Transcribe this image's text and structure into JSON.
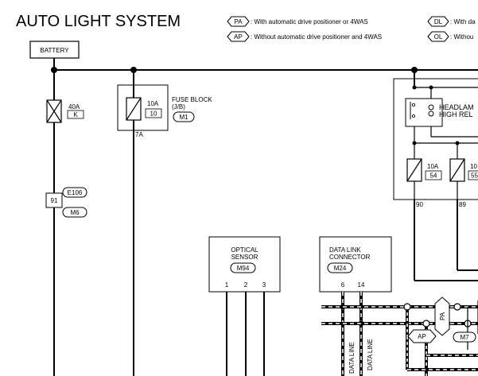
{
  "title": "AUTO LIGHT SYSTEM",
  "legend": [
    {
      "code": "PA",
      "text": ": With automatic drive positioner or 4WAS"
    },
    {
      "code": "AP",
      "text": ": Without automatic drive positioner and 4WAS"
    },
    {
      "code": "DL",
      "text": ": With da"
    },
    {
      "code": "OL",
      "text": ": Withou"
    }
  ],
  "battery": {
    "label": "BATTERY"
  },
  "fuse_40a": {
    "rating": "40A",
    "id": "K"
  },
  "fuse_block": {
    "rating": "10A",
    "number": "10",
    "label": "FUSE BLOCK",
    "sublabel": "(J/B)",
    "connector": "M1",
    "pin": "7A"
  },
  "joint_connector": {
    "pin": "91",
    "connector_top": "E106",
    "connector_bottom": "M6"
  },
  "relay": {
    "label_line1": "HEADLAM",
    "label_line2": "HIGH REL"
  },
  "fuse_54": {
    "rating": "10A",
    "number": "54",
    "pin": "90"
  },
  "fuse_55": {
    "rating": "10",
    "number": "55",
    "pin": "89"
  },
  "optical_sensor": {
    "line1": "OPTICAL",
    "line2": "SENSOR",
    "connector": "M94",
    "pins": [
      "1",
      "2",
      "3"
    ]
  },
  "data_link": {
    "line1": "DATA LINK",
    "line2": "CONNECTOR",
    "connector": "M24",
    "pins": [
      "6",
      "14"
    ]
  },
  "wire_labels": {
    "data_line_1": "DATA LINE",
    "data_line_2": "DATA LINE"
  },
  "tags": {
    "pa": "PA",
    "ap": "AP",
    "m7": "M7"
  }
}
